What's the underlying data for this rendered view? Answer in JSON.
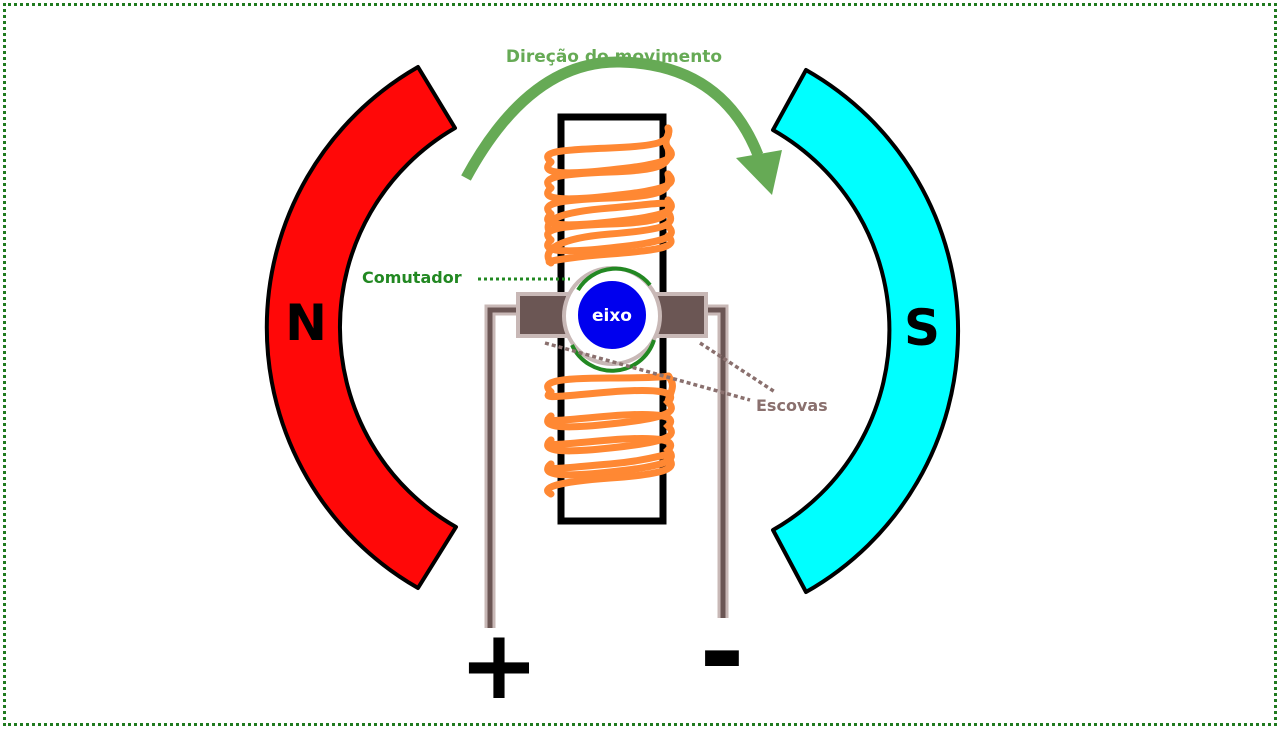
{
  "labels": {
    "direction": "Direção do movimento",
    "commutator": "Comutador",
    "shaft": "eixo",
    "brushes": "Escovas",
    "north": "N",
    "south": "S",
    "plus": "+",
    "minus": "-"
  },
  "colors": {
    "north_magnet": "#ff0808",
    "south_magnet": "#00ffff",
    "coil": "#ff8833",
    "shaft": "#0000ee",
    "arrow": "#66aa55",
    "commutator_label": "#228822",
    "brush": "#6b5654",
    "frame_border": "#1f7a1f"
  }
}
